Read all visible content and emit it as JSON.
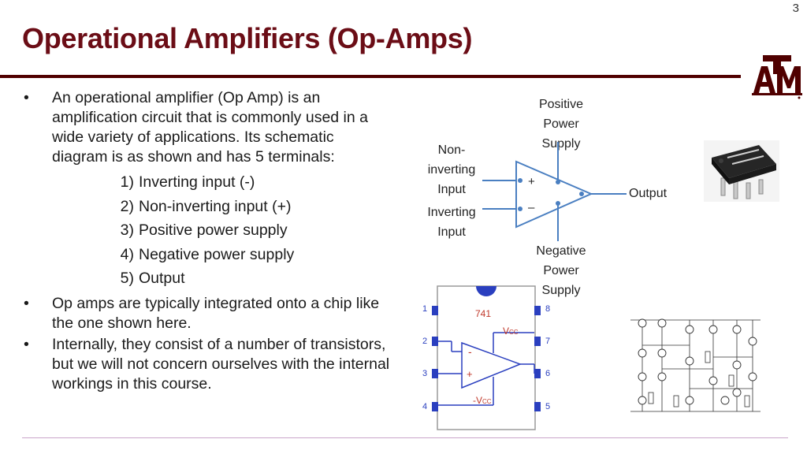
{
  "slide_number": "3",
  "title": "Operational Amplifiers (Op-Amps)",
  "logo": {
    "icon": "atm-logo",
    "text": "ATM",
    "color": "#500000"
  },
  "bullets": {
    "b1_text": "An operational amplifier (Op Amp) is an amplification circuit that is commonly used in a wide variety of applications.  Its schematic diagram is as shown and has 5 terminals:",
    "list": [
      {
        "n": "1)",
        "text": "Inverting input (-)"
      },
      {
        "n": "2)",
        "text": "Non-inverting input (+)"
      },
      {
        "n": "3)",
        "text": "Positive power supply"
      },
      {
        "n": "4)",
        "text": "Negative power supply"
      },
      {
        "n": "5)",
        "text": "Output"
      }
    ],
    "b2_text": "Op amps are typically integrated onto a chip like the one shown here.",
    "b3_text": "Internally, they consist of a number of transistors, but we will not concern ourselves with the internal workings in this course."
  },
  "opamp_diagram": {
    "positive_supply": [
      "Positive",
      "Power",
      "Supply"
    ],
    "non_inverting": [
      "Non-",
      "inverting",
      "Input"
    ],
    "inverting": [
      "Inverting",
      "Input"
    ],
    "negative_supply": [
      "Negative",
      "Power",
      "Supply"
    ],
    "output": "Output",
    "plus_sign": "+",
    "minus_sign": "–",
    "line_color": "#4a7fc1"
  },
  "pinout": {
    "chip_name": "741",
    "vcc": "V",
    "vcc_sub": "CC",
    "neg_vcc": "-V",
    "neg_vcc_sub": "CC",
    "pins_left": [
      "1",
      "2",
      "3",
      "4"
    ],
    "pins_right": [
      "8",
      "7",
      "6",
      "5"
    ],
    "minus": "-",
    "plus": "+"
  }
}
